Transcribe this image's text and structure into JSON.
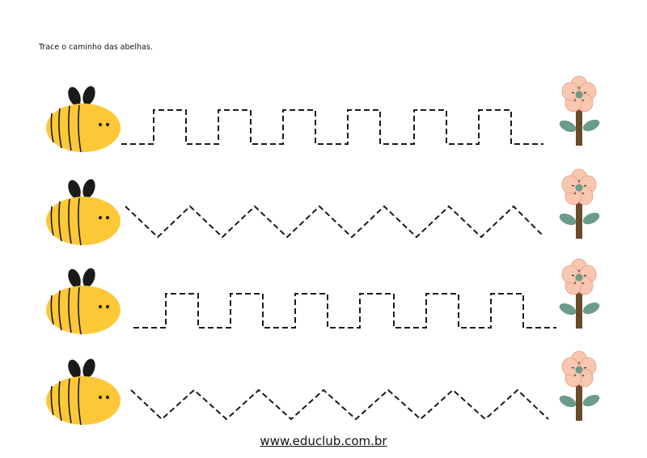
{
  "worksheet": {
    "instruction": "Trace o caminho das abelhas.",
    "footer_url": "www.educlub.com.br"
  },
  "rows": [
    {
      "path_type": "square-wave"
    },
    {
      "path_type": "zigzag"
    },
    {
      "path_type": "square-wave"
    },
    {
      "path_type": "zigzag"
    }
  ],
  "colors": {
    "bee_body": "#fdc838",
    "bee_stripe": "#1a1a1a",
    "bee_wing": "#1a1a1a",
    "petal": "#f8c7b0",
    "petal_outline": "#e79a80",
    "flower_center": "#6b9b8b",
    "stem": "#6b4a2b",
    "leaf": "#6b9b8b",
    "path": "#1a1a1a"
  },
  "icons": {
    "bee": "bee-icon",
    "flower": "flower-icon"
  }
}
